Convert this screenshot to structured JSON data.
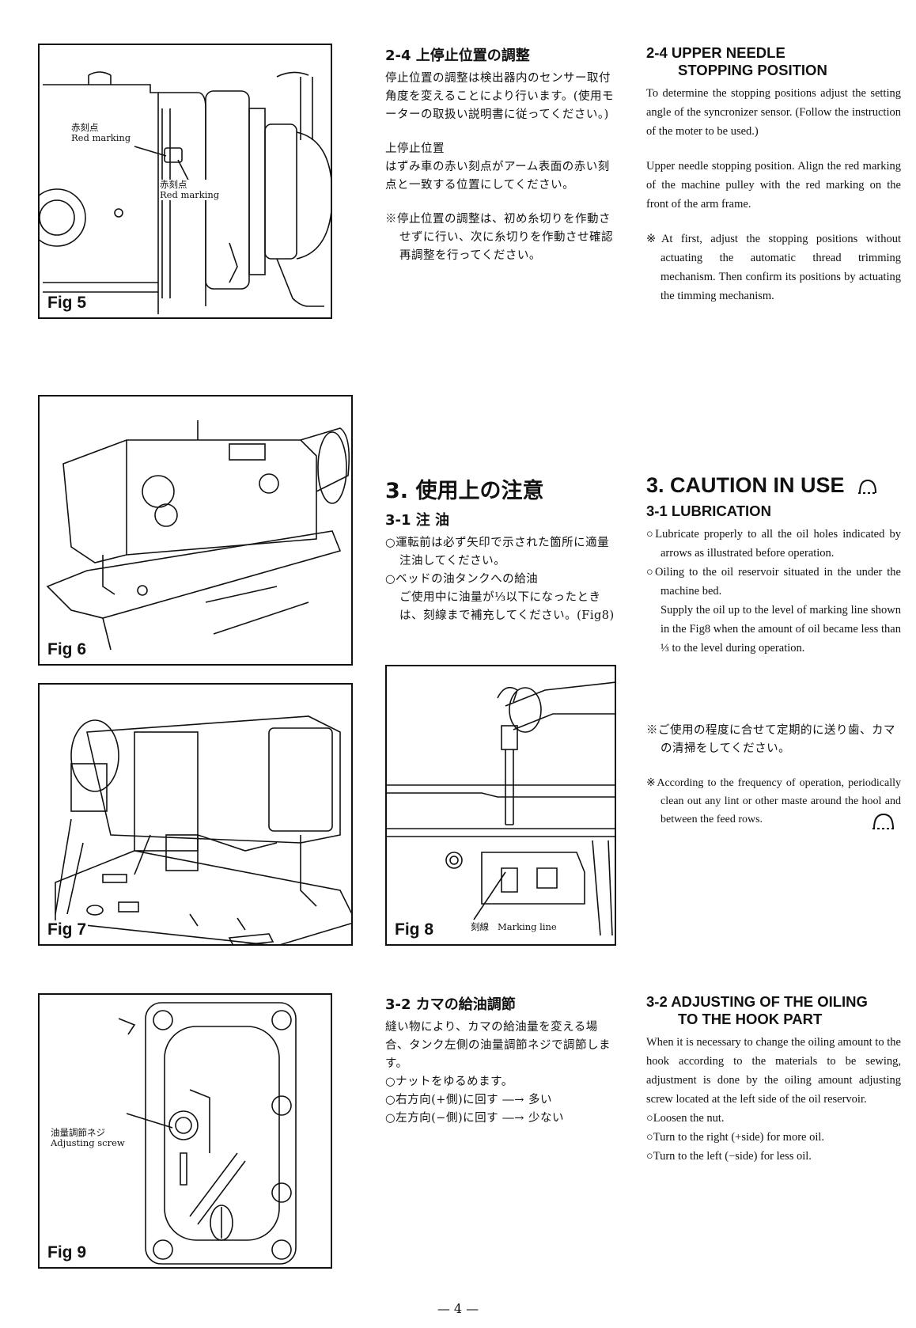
{
  "figures": {
    "fig5": {
      "label": "Fig 5",
      "callout1_jp": "赤刻点",
      "callout1_en": "Red marking",
      "callout2_jp": "赤刻点",
      "callout2_en": "Red marking"
    },
    "fig6": {
      "label": "Fig 6"
    },
    "fig7": {
      "label": "Fig 7"
    },
    "fig8": {
      "label": "Fig 8",
      "marking_jp": "刻線",
      "marking_en": "Marking line"
    },
    "fig9": {
      "label": "Fig 9",
      "screw_jp": "油量調節ネジ",
      "screw_en": "Adjusting screw"
    }
  },
  "sec24": {
    "jp_heading": "2-4 上停止位置の調整",
    "jp_p1": "停止位置の調整は検出器内のセンサー取付角度を変えることにより行います。(使用モーターの取扱い説明書に従ってください。)",
    "jp_p2_title": "上停止位置",
    "jp_p2": "はずみ車の赤い刻点がアーム表面の赤い刻点と一致する位置にしてください。",
    "jp_note": "※停止位置の調整は、初め糸切りを作動させずに行い、次に糸切りを作動させ確認再調整を行ってください。",
    "en_heading_1": "2-4 UPPER NEEDLE",
    "en_heading_2": "STOPPING POSITION",
    "en_p1": "To determine the stopping positions adjust the setting angle of the syncronizer sensor. (Follow the instruction of the moter to be used.)",
    "en_p2": "Upper needle stopping position. Align the red marking of the machine pulley with the red marking on the front of the arm frame.",
    "en_note": "※At first, adjust the stopping positions without actuating the automatic thread trimming mechanism. Then confirm its positions by actuating the timming mechanism."
  },
  "sec3": {
    "jp_title": "3. 使用上の注意",
    "en_title": "3. CAUTION IN USE",
    "jp_sub": "3-1 注 油",
    "en_sub": "3-1 LUBRICATION",
    "jp_b1": "○運転前は必ず矢印で示された箇所に適量注油してください。",
    "jp_b2": "○ベッドの油タンクへの給油",
    "jp_b2_cont": "ご使用中に油量が⅓以下になったときは、刻線まで補充してください。(Fig8)",
    "jp_note": "※ご使用の程度に合せて定期的に送り歯、カマの清掃をしてください。",
    "en_b1": "○Lubricate properly to all the oil holes indicated by arrows as illustrated before operation.",
    "en_b2": "○Oiling to the oil reservoir situated in the under the machine bed.",
    "en_b2_cont": "Supply the oil up to the level of marking line shown in the Fig8 when the amount of oil became less than ⅓ to the level during operation.",
    "en_note": "※According to the frequency of operation, periodically clean out any lint or other maste around the hool and between the feed rows."
  },
  "sec32": {
    "jp_heading": "3-2 カマの給油調節",
    "jp_p1": "縫い物により、カマの給油量を変える場合、タンク左側の油量調節ネジで調節します。",
    "jp_b1": "○ナットをゆるめます。",
    "jp_b2": "○右方向(+側)に回す ―→ 多い",
    "jp_b3": "○左方向(−側)に回す ―→ 少ない",
    "en_heading_1": "3-2 ADJUSTING OF THE OILING",
    "en_heading_2": "TO THE HOOK PART",
    "en_p1": "When it is necessary to change the oiling amount to the hook according to the materials to be sewing, adjustment is done by the oiling amount adjusting screw located at the left side of the oil reservoir.",
    "en_b1": "○Loosen the nut.",
    "en_b2": "○Turn to the right (+side) for more oil.",
    "en_b3": "○Turn to the left (−side) for less oil."
  },
  "page_number": "— 4 —"
}
